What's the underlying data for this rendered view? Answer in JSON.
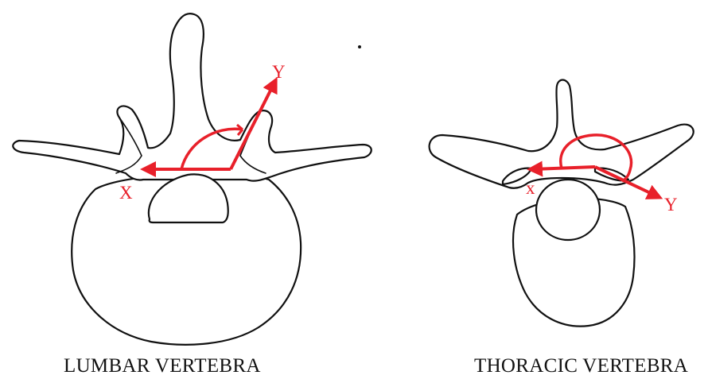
{
  "panels": [
    {
      "id": "lumbar",
      "caption": "LUMBAR VERTEBRA",
      "axis_labels": {
        "x": "X",
        "y": "Y"
      }
    },
    {
      "id": "thoracic",
      "caption": "THORACIC VERTEBRA",
      "axis_labels": {
        "x": "x",
        "y": "Y"
      }
    }
  ],
  "colors": {
    "annotation": "#e8202a",
    "outline": "#111111",
    "background": "#ffffff"
  }
}
